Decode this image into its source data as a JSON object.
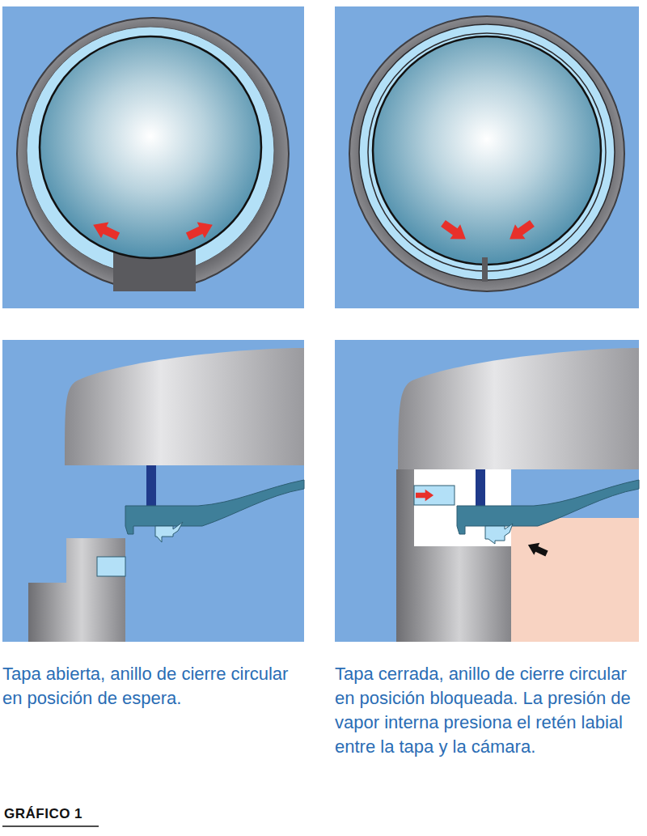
{
  "diagram": {
    "title": "GRÁFICO 1",
    "labels": [
      "Tapa abierta, anillo de cierre circular en posición de espera.",
      "Tapa cerrada, anillo de cierre circular en posición bloqueada. La presión de vapor interna presiona el retén labial entre la tapa y la cámara."
    ]
  }
}
